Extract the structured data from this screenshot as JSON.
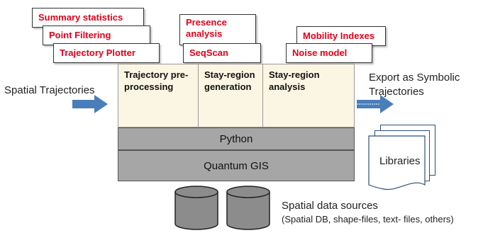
{
  "inputs": {
    "label": "Spatial Trajectories"
  },
  "outputs": {
    "label": "Export as Symbolic Trajectories"
  },
  "tools": {
    "preprocessing": [
      "Summary statistics",
      "Point Filtering",
      "Trajectory Plotter"
    ],
    "generation": [
      "Presence analysis",
      "SeqScan"
    ],
    "analysis": [
      "Mobility Indexes",
      "Noise model"
    ]
  },
  "stages": {
    "preprocessing": "Trajectory pre-processing",
    "generation": "Stay-region generation",
    "analysis": "Stay-region analysis"
  },
  "layers": {
    "python": "Python",
    "gis": "Quantum GIS"
  },
  "libraries": {
    "label": "Libraries"
  },
  "sources": {
    "title": "Spatial data sources",
    "subtitle": "(Spatial DB, shape-files,  text- files, others)"
  },
  "colors": {
    "tool_text": "#e0001b",
    "stage_bg": "#fbf6e3",
    "layer_bg": "#a6a6a6",
    "arrow": "#4a7ebb",
    "db": "#8c8c8c"
  }
}
